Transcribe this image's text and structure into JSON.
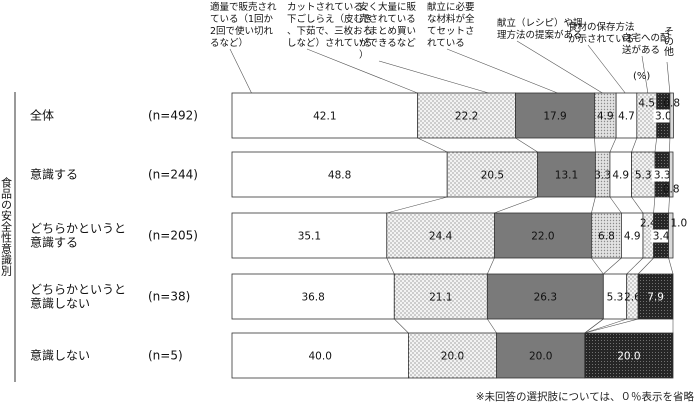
{
  "chart_data": {
    "type": "bar",
    "stacked": true,
    "horizontal": true,
    "percent_unit": "(%)",
    "vertical_axis_label": "食品の安全性意識別",
    "footnote": "※未回答の選択肢については、０％表示を省略",
    "categories": [
      {
        "label": "全体",
        "n": "(n=492)"
      },
      {
        "label": "意識する",
        "n": "(n=244)"
      },
      {
        "label": "どちらかというと\n意識する",
        "n": "(n=205)"
      },
      {
        "label": "どちらかというと\n意識しない",
        "n": "(n=38)"
      },
      {
        "label": "意識しない",
        "n": "(n=5)"
      }
    ],
    "series": [
      {
        "name": "適量で販売されている（1回か2回で使い切れるなど）",
        "pattern": "white",
        "values": [
          42.1,
          48.8,
          35.1,
          36.8,
          40.0
        ],
        "labels": [
          "42.1",
          "48.8",
          "35.1",
          "36.8",
          "40.0"
        ]
      },
      {
        "name": "カットされている、下ごしらえ（皮むき、下茹で、三枚おろしなど）されている",
        "pattern": "dots",
        "values": [
          22.2,
          20.5,
          24.4,
          21.1,
          20.0
        ],
        "labels": [
          "22.2",
          "20.5",
          "24.4",
          "21.1",
          "20.0"
        ]
      },
      {
        "name": "安く大量に販売されている（まとめ買いができるなど）",
        "pattern": "darkgray",
        "values": [
          17.9,
          13.1,
          22.0,
          26.3,
          20.0
        ],
        "labels": [
          "17.9",
          "13.1",
          "22.0",
          "26.3",
          "20.0"
        ]
      },
      {
        "name": "献立に必要な材料が全てセットされている",
        "pattern": "lightdots",
        "values": [
          4.9,
          3.3,
          6.8,
          0,
          0
        ],
        "labels": [
          "4.9",
          "3.3",
          "6.8",
          "",
          ""
        ]
      },
      {
        "name": "献立（レシピ）や調理方法の提案がある",
        "pattern": "white",
        "values": [
          4.7,
          4.9,
          4.9,
          5.3,
          0
        ],
        "labels": [
          "4.7",
          "4.9",
          "4.9",
          "5.3",
          ""
        ]
      },
      {
        "name": "食材の保存方法が示されている",
        "pattern": "dots",
        "values": [
          4.5,
          5.3,
          2.4,
          2.6,
          0
        ],
        "labels": [
          "4.5",
          "5.3",
          "2.4",
          "2.6",
          ""
        ]
      },
      {
        "name": "自宅への配送がある",
        "pattern": "black",
        "values": [
          3.0,
          3.3,
          3.4,
          7.9,
          20.0
        ],
        "labels": [
          "3.0",
          "3.3",
          "3.4",
          "7.9",
          "20.0"
        ]
      },
      {
        "name": "その他",
        "pattern": "lightgray",
        "values": [
          0.8,
          0.8,
          1.0,
          0,
          0
        ],
        "labels": [
          "0.8",
          "0.8",
          "1.0",
          "",
          ""
        ]
      }
    ]
  }
}
